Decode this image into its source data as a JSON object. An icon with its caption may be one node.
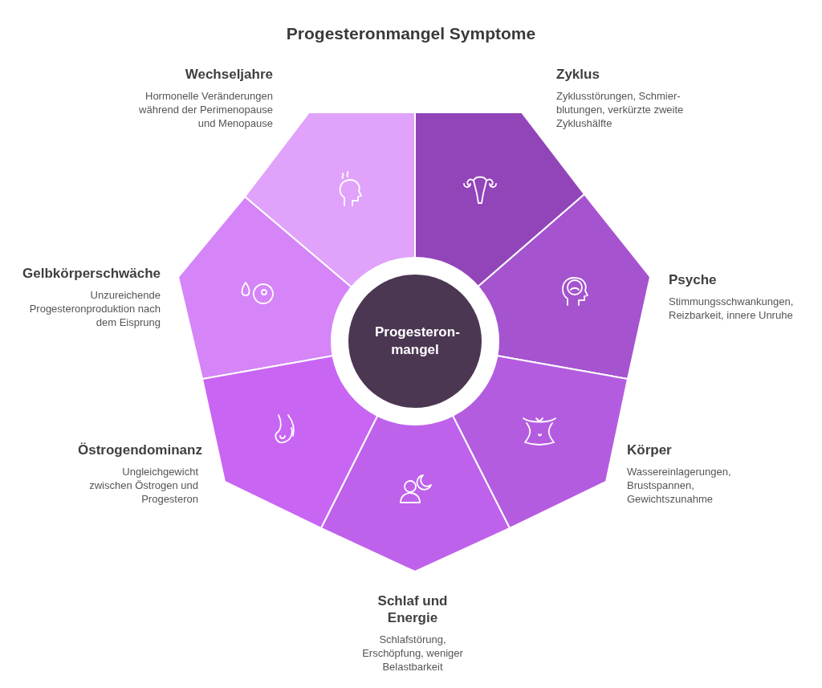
{
  "diagram": {
    "title": "Progesteronmangel Symptome",
    "nodes": [
      {
        "text": [
          "Wechseljahre",
          "Hormonelle Veränderungen während der Perimenopause und Menopause"
        ]
      },
      {
        "text": [
          "Zyklus",
          "Zyklusstörungen, Schmier- blutungen, verkürzte zweite Zyklushälfte"
        ]
      },
      {
        "text": [
          "Gelbkörperschwäche",
          "Unzureichende Progesteronproduktion nach dem Eisprung"
        ]
      },
      {
        "text": [
          "Progesteron- mangel"
        ]
      },
      {
        "text": [
          "Psyche",
          "Stimmungsschwankungen, Reizbarkeit, innere Unruhe"
        ]
      },
      {
        "text": [
          "Östrogendominanz",
          "Ungleichgewicht zwischen Östrogen und Progesteron"
        ]
      },
      {
        "text": [
          "Körper",
          "Wassereinlagerungen, Brustspannen, Gewichtszunahme"
        ]
      },
      {
        "text": [
          "Schlaf und Energie",
          "Schlafstörung, Erschöpfung, weniger Belastbarkeit"
        ]
      }
    ]
  }
}
